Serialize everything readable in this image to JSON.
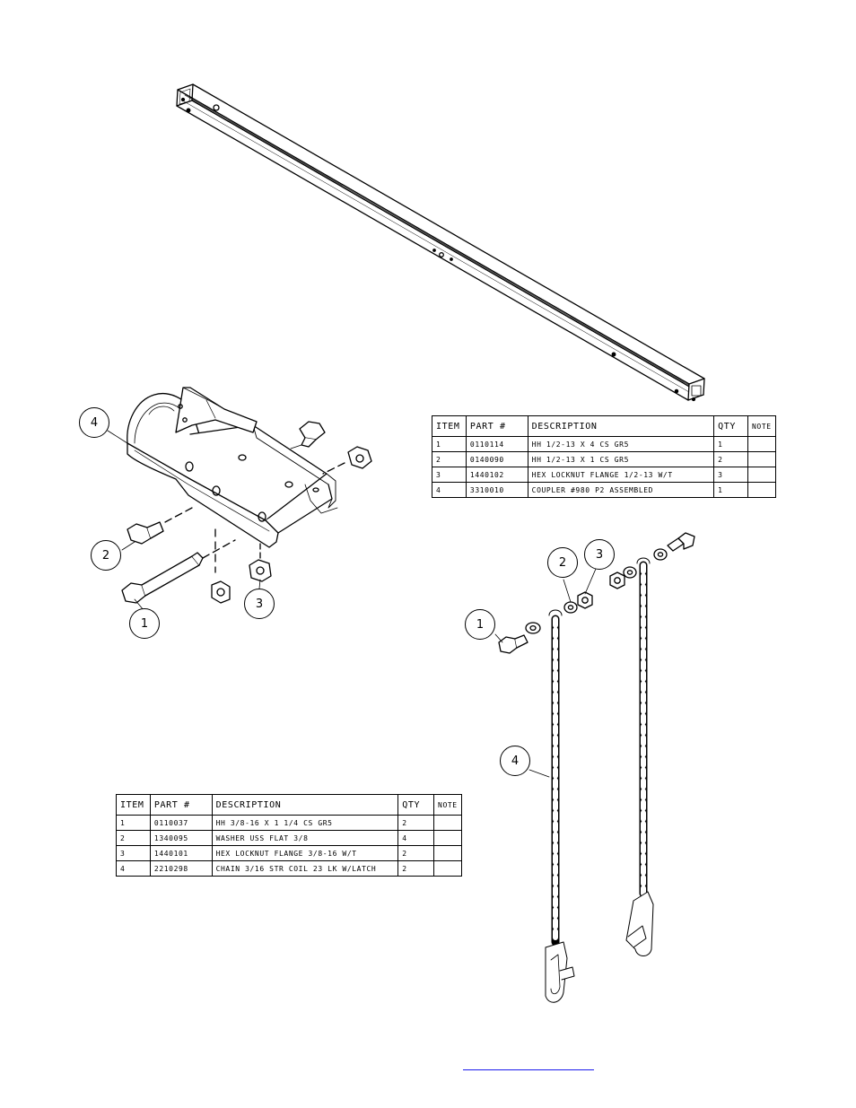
{
  "tables": [
    {
      "headers": [
        "ITEM",
        "PART #",
        "DESCRIPTION",
        "QTY",
        "NOTE"
      ],
      "rows": [
        [
          "1",
          "0110114",
          "HH 1/2-13 X 4 CS GR5",
          "1",
          ""
        ],
        [
          "2",
          "0140090",
          "HH 1/2-13 X 1 CS GR5",
          "2",
          ""
        ],
        [
          "3",
          "1440102",
          "HEX LOCKNUT FLANGE 1/2-13 W/T",
          "3",
          ""
        ],
        [
          "4",
          "3310010",
          "COUPLER #980 P2 ASSEMBLED",
          "1",
          ""
        ]
      ]
    },
    {
      "headers": [
        "ITEM",
        "PART #",
        "DESCRIPTION",
        "QTY",
        "NOTE"
      ],
      "rows": [
        [
          "1",
          "0110037",
          "HH 3/8-16 X 1 1/4 CS GR5",
          "2",
          ""
        ],
        [
          "2",
          "1340095",
          "WASHER USS FLAT 3/8",
          "4",
          ""
        ],
        [
          "3",
          "1440101",
          "HEX LOCKNUT FLANGE 3/8-16 W/T",
          "2",
          ""
        ],
        [
          "4",
          "2210298",
          "CHAIN 3/16 STR COIL 23 LK W/LATCH",
          "2",
          ""
        ]
      ]
    }
  ],
  "coupler_balloons": [
    "4",
    "2",
    "1",
    "3"
  ],
  "chain_balloons": [
    "2",
    "3",
    "1",
    "4"
  ],
  "footer_link": "",
  "colors": {
    "line": "#000000",
    "link": "#1a1aee",
    "background": "#ffffff"
  }
}
